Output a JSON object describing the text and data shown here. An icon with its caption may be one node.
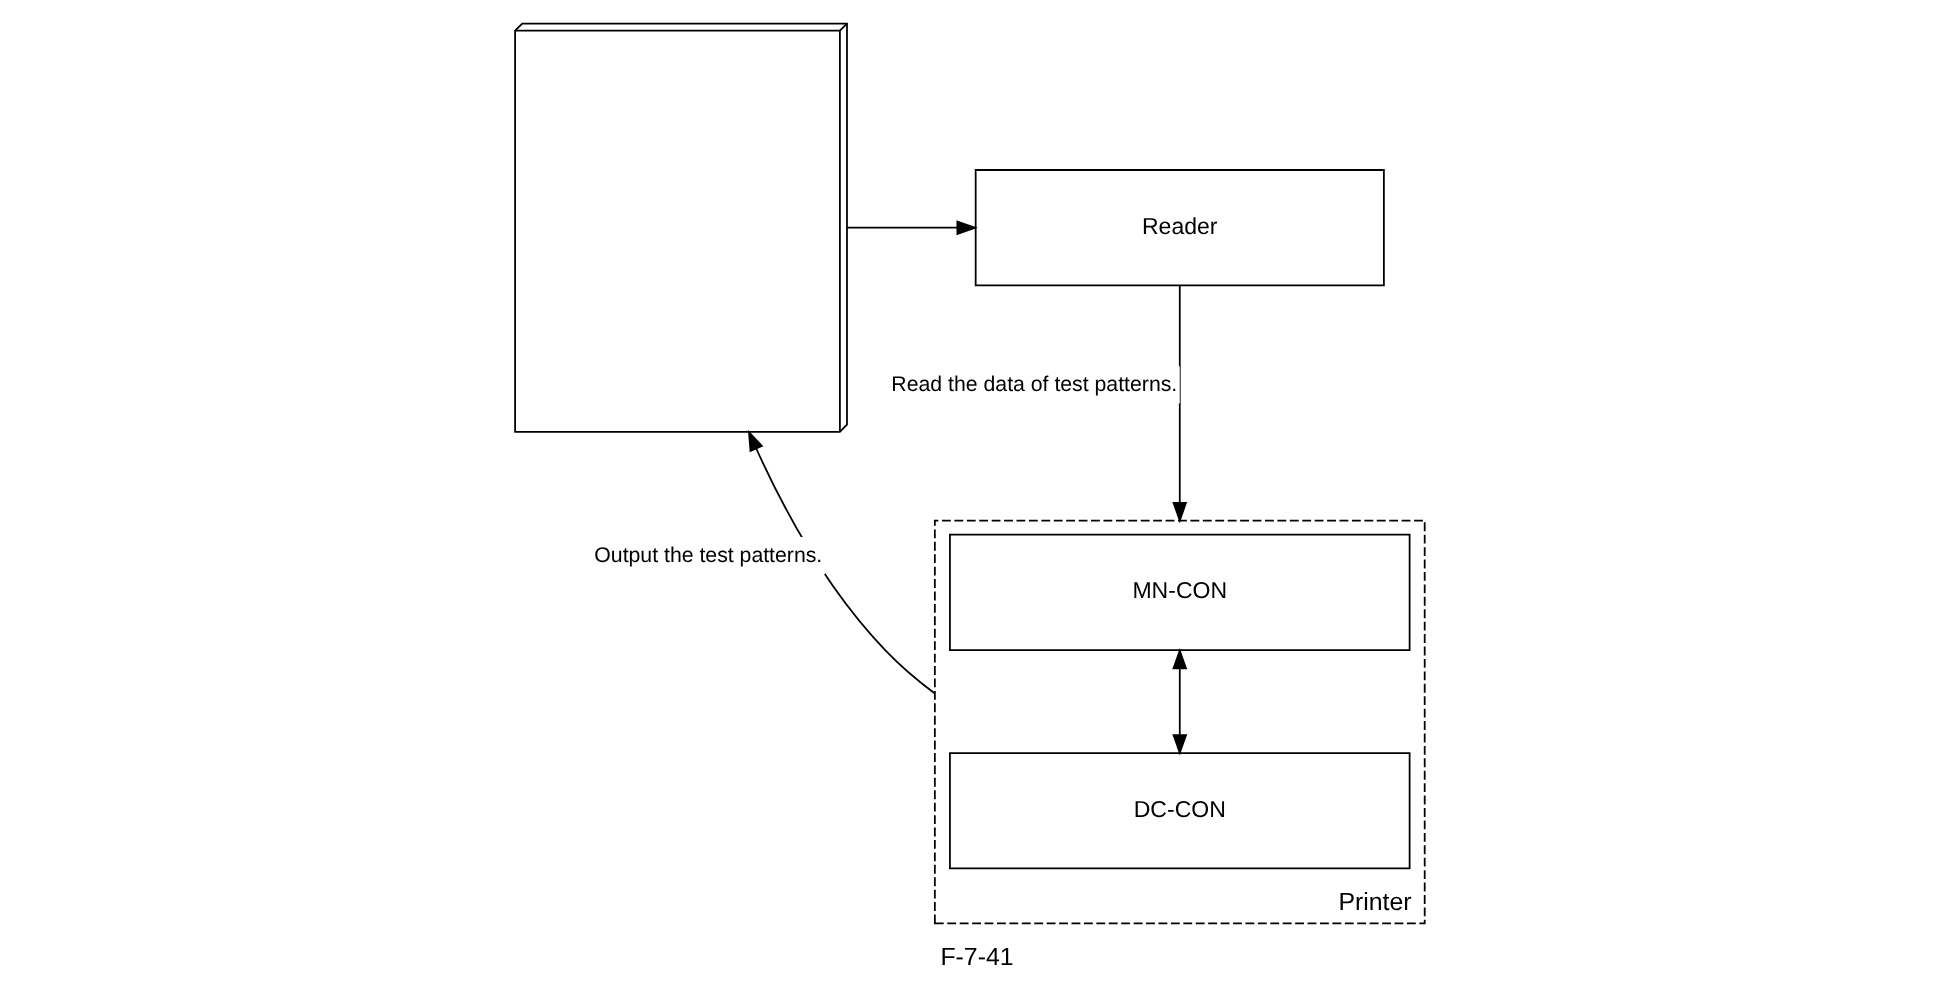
{
  "diagram": {
    "caption": "F-7-41",
    "nodes": [
      {
        "text": [],
        "shape": "picture"
      },
      {
        "text": [
          "Reader"
        ]
      },
      {
        "text": [
          "Printer"
        ]
      },
      {
        "text": [
          "MN-CON"
        ],
        "in": 2
      },
      {
        "text": [
          "DC-CON"
        ],
        "in": 2
      }
    ],
    "edges": [
      {
        "from": 0,
        "to": 1,
        "arrow": "to"
      },
      {
        "from": 1,
        "to": 2,
        "arrow": "to",
        "label": "Read the data of test patterns."
      },
      {
        "from": 3,
        "to": 4,
        "arrow": "both"
      },
      {
        "from": 2,
        "to": 0,
        "arrow": "to",
        "label": "Output the test patterns."
      }
    ]
  }
}
